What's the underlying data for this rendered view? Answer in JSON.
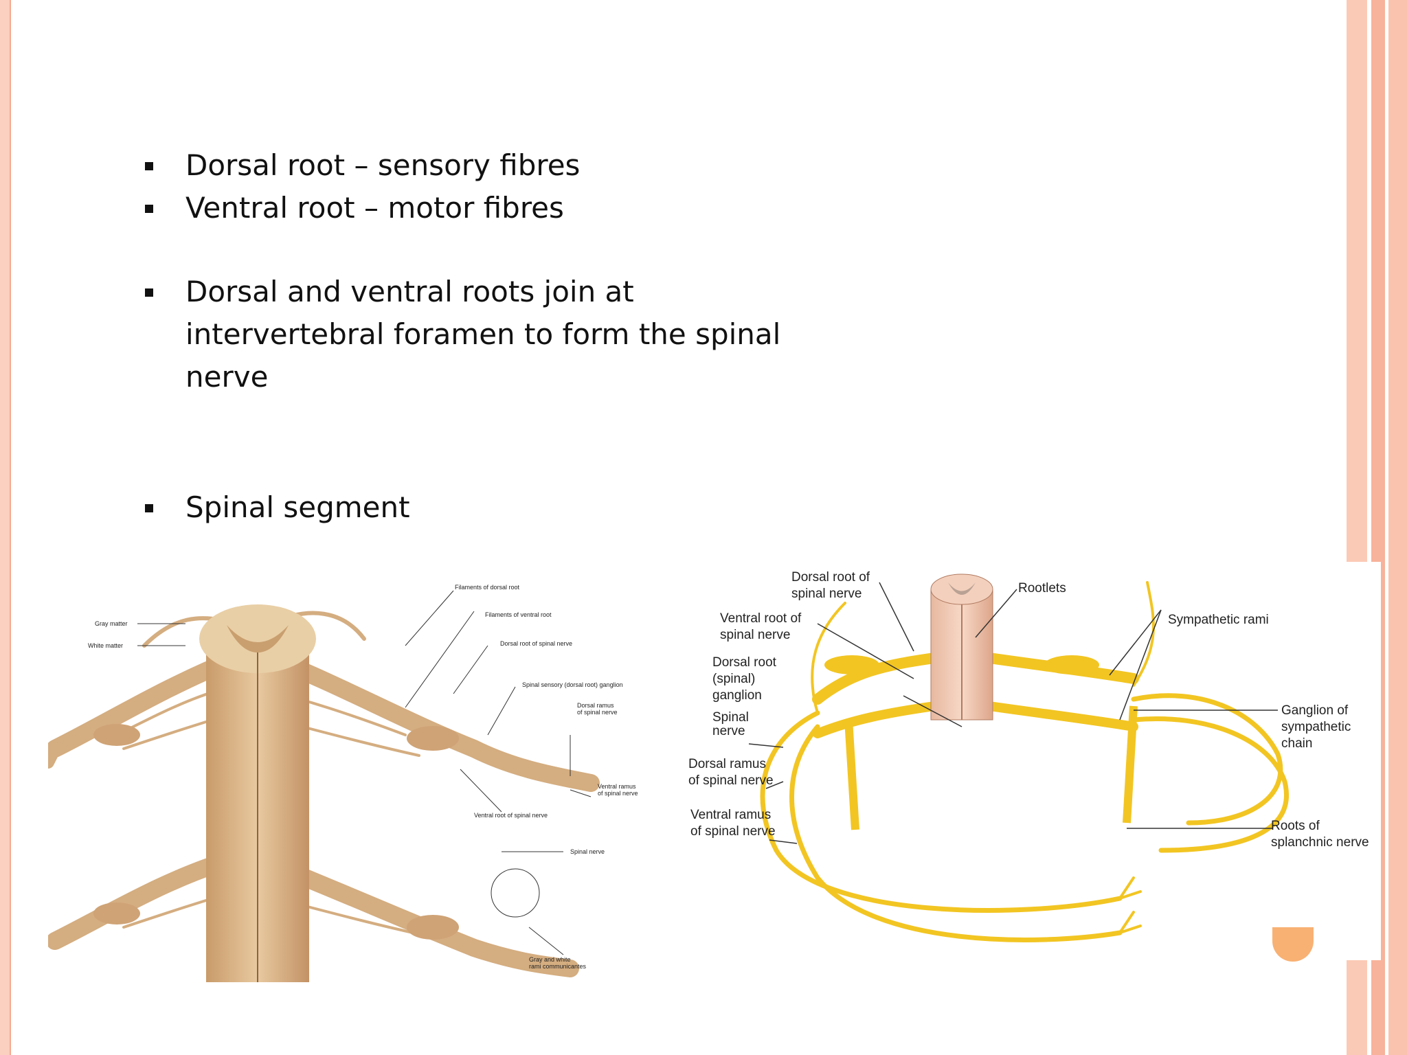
{
  "slide": {
    "bullets": [
      {
        "lines": [
          "Dorsal root – sensory fibres"
        ]
      },
      {
        "lines": [
          "Ventral root – motor fibres"
        ]
      },
      {
        "lines": [
          "Dorsal and ventral roots join at",
          "intervertebral foramen to form the spinal",
          "nerve"
        ]
      },
      {
        "lines": [
          "Spinal segment"
        ]
      }
    ]
  },
  "figure_left": {
    "labels": {
      "gray_matter": "Gray matter",
      "white_matter": "White matter",
      "filaments_dorsal": "Filaments of dorsal root",
      "filaments_ventral": "Filaments of ventral root",
      "dorsal_root": "Dorsal root of spinal nerve",
      "ganglion": "Spinal sensory (dorsal root) ganglion",
      "dorsal_ramus_1": "Dorsal ramus",
      "dorsal_ramus_2": "of spinal nerve",
      "ventral_ramus_1": "Ventral ramus",
      "ventral_ramus_2": "of spinal nerve",
      "ventral_root": "Ventral root of spinal nerve",
      "spinal_nerve": "Spinal nerve",
      "rami_1": "Gray and white",
      "rami_2": "rami communicantes"
    }
  },
  "figure_right": {
    "labels": {
      "dorsal_root_1": "Dorsal root of",
      "dorsal_root_2": "spinal nerve",
      "rootlets": "Rootlets",
      "ventral_root_1": "Ventral root of",
      "ventral_root_2": "spinal nerve",
      "sympathetic_rami": "Sympathetic rami",
      "drg_1": "Dorsal root",
      "drg_2": "(spinal)",
      "drg_3": "ganglion",
      "spinal_nerve_1": "Spinal",
      "spinal_nerve_2": "nerve",
      "ganglion_chain_1": "Ganglion of",
      "ganglion_chain_2": "sympathetic",
      "ganglion_chain_3": "chain",
      "dorsal_ramus_1": "Dorsal ramus",
      "dorsal_ramus_2": "of spinal nerve",
      "ventral_ramus_1": "Ventral ramus",
      "ventral_ramus_2": "of spinal nerve",
      "splanchnic_1": "Roots of",
      "splanchnic_2": "splanchnic nerve"
    }
  },
  "colors": {
    "border_salmon": "#f7b39b",
    "nerve_yellow": "#f2c522",
    "cord_tan": "#d8b58a",
    "accent_orange": "#f7a35b"
  }
}
